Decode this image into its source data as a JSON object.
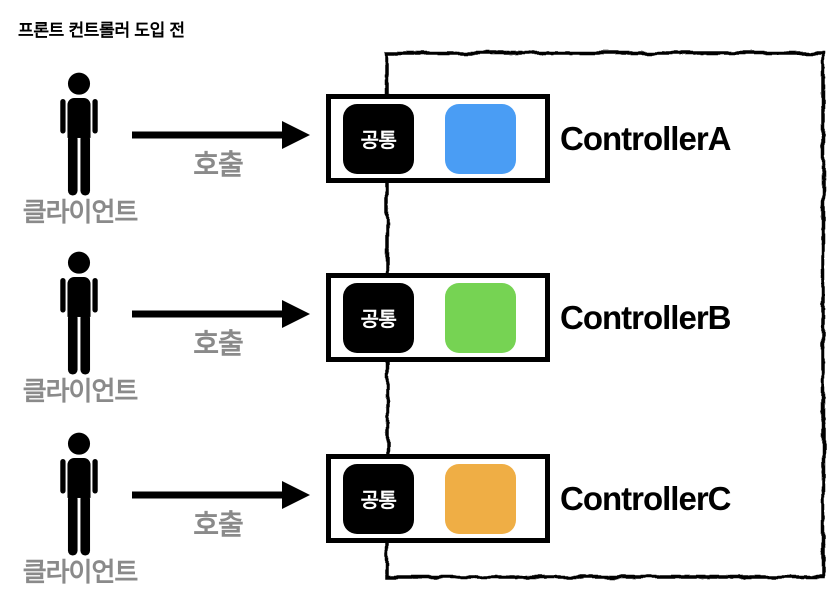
{
  "title": "프론트 컨트롤러 도입 전",
  "boundary": {
    "stroke_color": "#000000",
    "style": "hand-drawn rough rectangle"
  },
  "icons": {
    "client": "person-icon",
    "call": "arrow-right-icon"
  },
  "colors": {
    "controller_a": "#4a9df4",
    "controller_b": "#76d353",
    "controller_c": "#efae45",
    "common_block": "#000000",
    "label_gray": "#8a8a8a"
  },
  "rows": [
    {
      "client_label": "클라이언트",
      "call_label": "호출",
      "common_label": "공통",
      "controller_name": "ControllerA",
      "box_color": "#4a9df4"
    },
    {
      "client_label": "클라이언트",
      "call_label": "호출",
      "common_label": "공통",
      "controller_name": "ControllerB",
      "box_color": "#76d353"
    },
    {
      "client_label": "클라이언트",
      "call_label": "호출",
      "common_label": "공통",
      "controller_name": "ControllerC",
      "box_color": "#efae45"
    }
  ]
}
